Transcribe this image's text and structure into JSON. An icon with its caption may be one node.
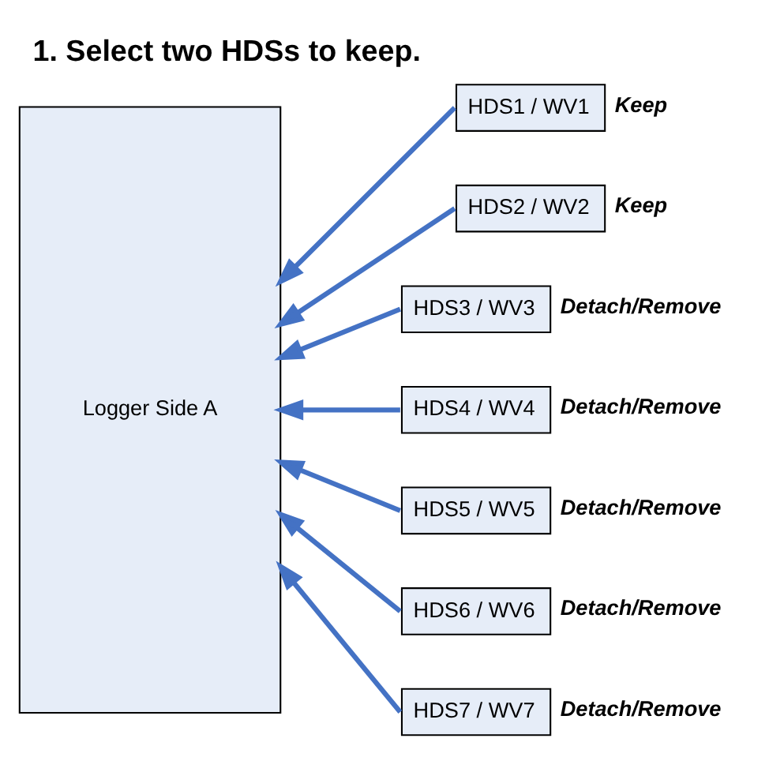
{
  "diagram": {
    "title": "1. Select two HDSs to keep.",
    "nodes": [
      {
        "text": [
          "Logger Side A"
        ]
      },
      {
        "text": [
          "HDS1 / WV1"
        ],
        "beside": [
          "Keep"
        ]
      },
      {
        "text": [
          "HDS2 / WV2"
        ],
        "beside": [
          "Keep"
        ]
      },
      {
        "text": [
          "HDS3 / WV3"
        ],
        "beside": [
          "Detach/Remove"
        ]
      },
      {
        "text": [
          "HDS4 / WV4"
        ],
        "beside": [
          "Detach/Remove"
        ]
      },
      {
        "text": [
          "HDS5 / WV5"
        ],
        "beside": [
          "Detach/Remove"
        ]
      },
      {
        "text": [
          "HDS6 / WV6"
        ],
        "beside": [
          "Detach/Remove"
        ]
      },
      {
        "text": [
          "HDS7 / WV7"
        ],
        "beside": [
          "Detach/Remove"
        ]
      }
    ],
    "edges": [
      {
        "from": 1,
        "to": 0,
        "arrow": "to"
      },
      {
        "from": 2,
        "to": 0,
        "arrow": "to"
      },
      {
        "from": 3,
        "to": 0,
        "arrow": "to"
      },
      {
        "from": 4,
        "to": 0,
        "arrow": "to"
      },
      {
        "from": 5,
        "to": 0,
        "arrow": "to"
      },
      {
        "from": 6,
        "to": 0,
        "arrow": "to"
      },
      {
        "from": 7,
        "to": 0,
        "arrow": "to"
      }
    ]
  }
}
